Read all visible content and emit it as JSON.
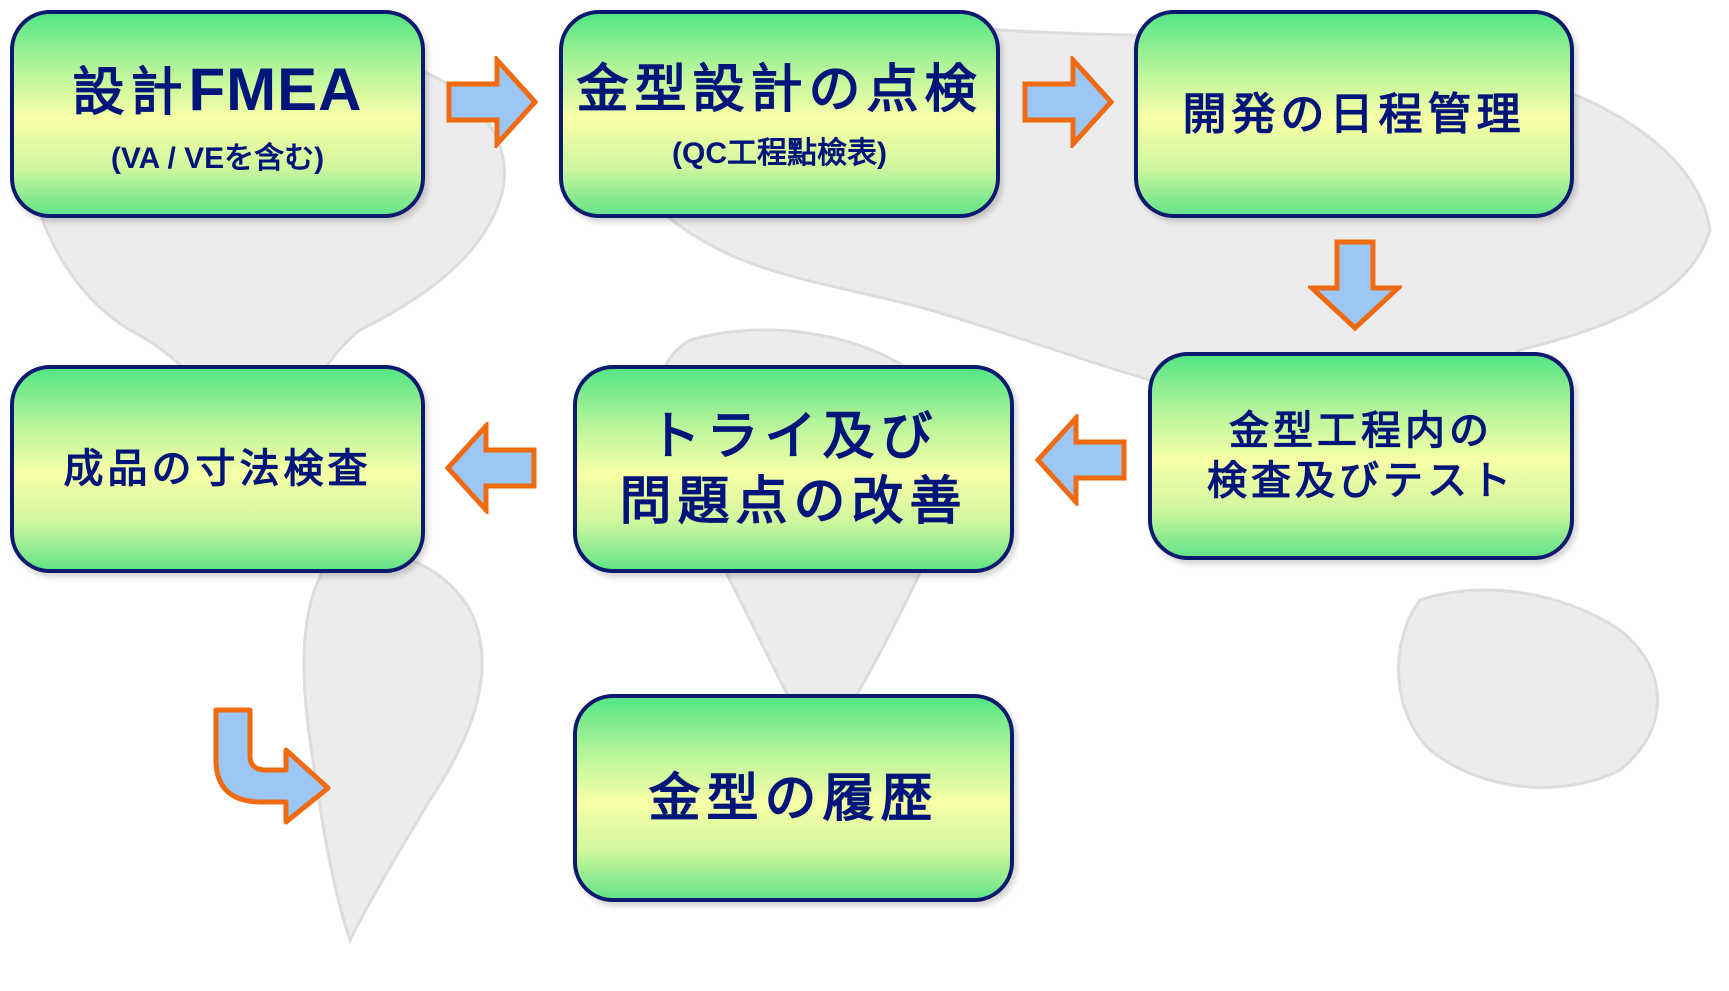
{
  "colors": {
    "box_border": "#0b1a6e",
    "box_text": "#00157a",
    "arrow_fill": "#9cc6f4",
    "arrow_stroke": "#f06a12"
  },
  "nodes": {
    "design_fmea": {
      "label_ja": "設計",
      "label_latin": "FMEA",
      "sublabel": "(VA / VEを含む)"
    },
    "mold_design_check": {
      "label": "金型設計の点検",
      "sublabel": "(QC工程點檢表)"
    },
    "dev_schedule": {
      "label": "開発の日程管理"
    },
    "in_process_test": {
      "line1": "金型工程内の",
      "line2": "検査及びテスト"
    },
    "trial_improve": {
      "line1": "トライ及び",
      "line2": "問題点の改善"
    },
    "dimension_check": {
      "label": "成品の寸法検査"
    },
    "mold_history": {
      "label": "金型の履歴"
    }
  },
  "arrows": [
    {
      "from": "design_fmea",
      "to": "mold_design_check",
      "icon": "arrow-right-icon"
    },
    {
      "from": "mold_design_check",
      "to": "dev_schedule",
      "icon": "arrow-right-icon"
    },
    {
      "from": "dev_schedule",
      "to": "in_process_test",
      "icon": "arrow-down-icon"
    },
    {
      "from": "in_process_test",
      "to": "trial_improve",
      "icon": "arrow-left-icon"
    },
    {
      "from": "trial_improve",
      "to": "dimension_check",
      "icon": "arrow-left-icon"
    },
    {
      "from": "dimension_check",
      "to": "mold_history",
      "icon": "curved-arrow-icon"
    }
  ]
}
